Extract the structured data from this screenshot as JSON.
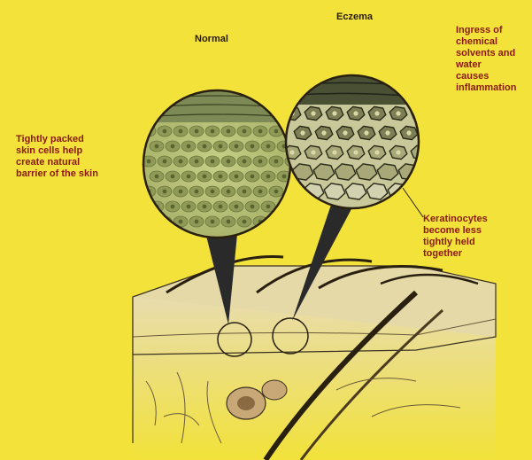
{
  "titles": {
    "normal": "Normal",
    "eczema": "Eczema"
  },
  "annotations": {
    "tightly_packed": [
      "Tightly packed",
      "skin cells help",
      "create natural",
      "barrier of the skin"
    ],
    "ingress": [
      "Ingress of",
      "chemical",
      "solvents and",
      "water",
      "causes",
      "inflammation"
    ],
    "keratinocytes": [
      "Keratinocytes",
      "become less",
      "tightly held",
      "together"
    ]
  },
  "colors": {
    "background": "#f2e23a",
    "label_text": "#8a1a10",
    "title_text": "#2a1a0a",
    "skin_tissue": "#d9c89a",
    "healthy_cells": "#b8c27a",
    "eczema_cells": "#8a8a5a",
    "outline": "#3a3020"
  }
}
